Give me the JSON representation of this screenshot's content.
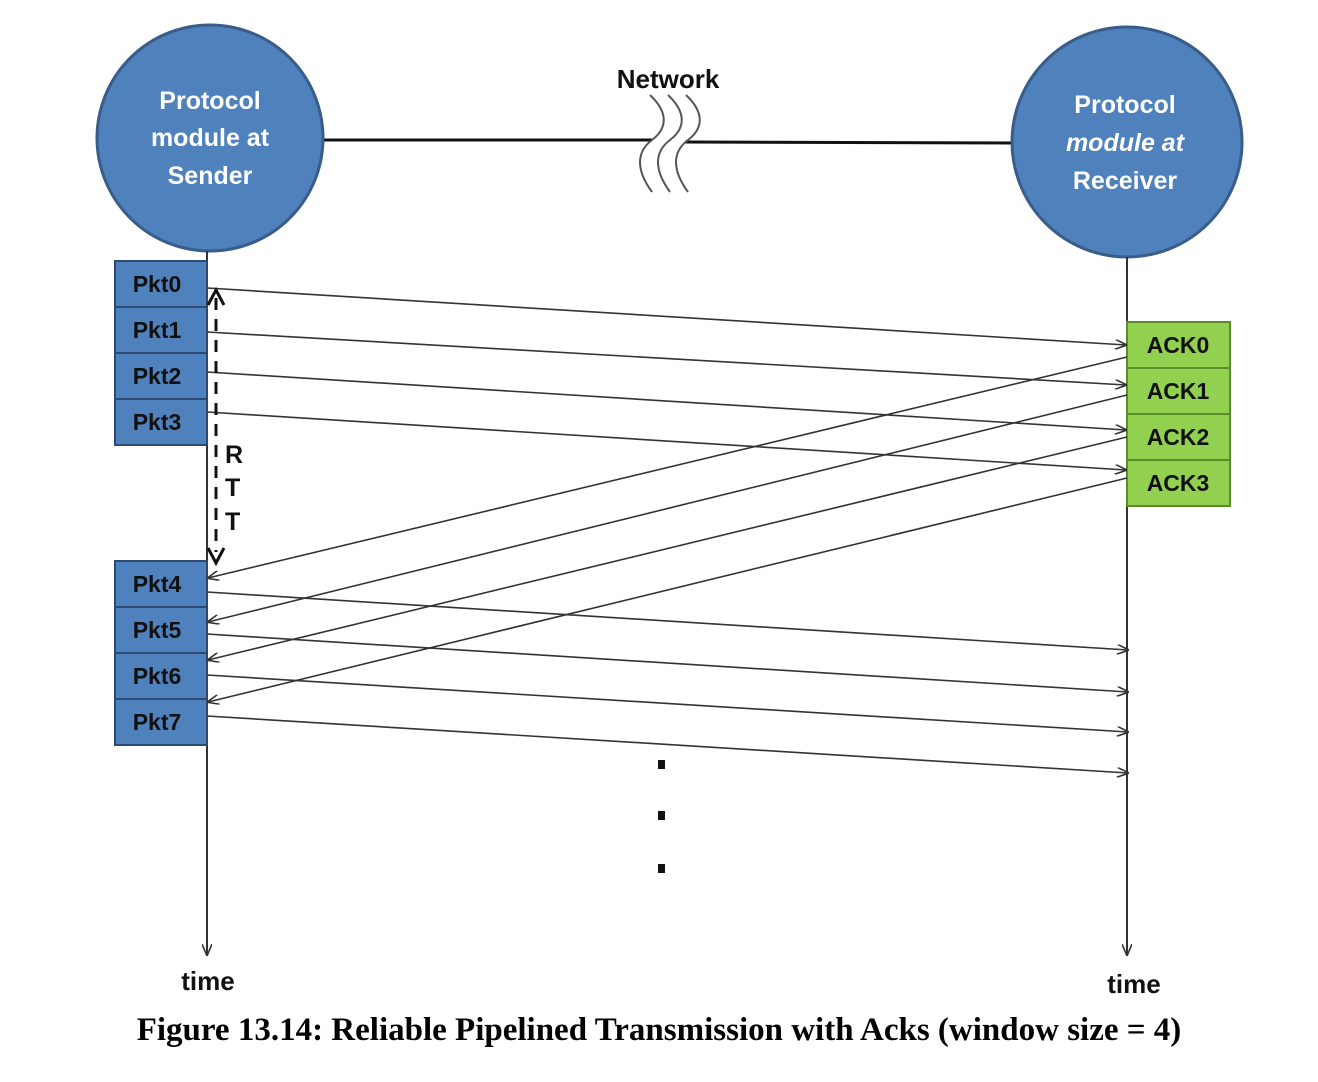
{
  "network_label": "Network",
  "sender": {
    "lines": [
      "Protocol",
      "module at",
      "Sender"
    ]
  },
  "receiver": {
    "lines": [
      "Protocol",
      "module at",
      "Receiver"
    ],
    "italic_line_index": 1
  },
  "packets": [
    "Pkt0",
    "Pkt1",
    "Pkt2",
    "Pkt3",
    "Pkt4",
    "Pkt5",
    "Pkt6",
    "Pkt7"
  ],
  "acks": [
    "ACK0",
    "ACK1",
    "ACK2",
    "ACK3"
  ],
  "rtt_letters": [
    "R",
    "T",
    "T"
  ],
  "time_labels": {
    "sender": "time",
    "receiver": "time"
  },
  "caption": "Figure 13.14: Reliable Pipelined Transmission with Acks (window size = 4)",
  "colors": {
    "node_fill": "#4f81bd",
    "node_stroke": "#385d8a",
    "packet_fill": "#4f81bd",
    "packet_stroke": "#2c4a72",
    "ack_fill": "#92d050",
    "ack_stroke": "#5b8c2a",
    "line": "#333333"
  }
}
